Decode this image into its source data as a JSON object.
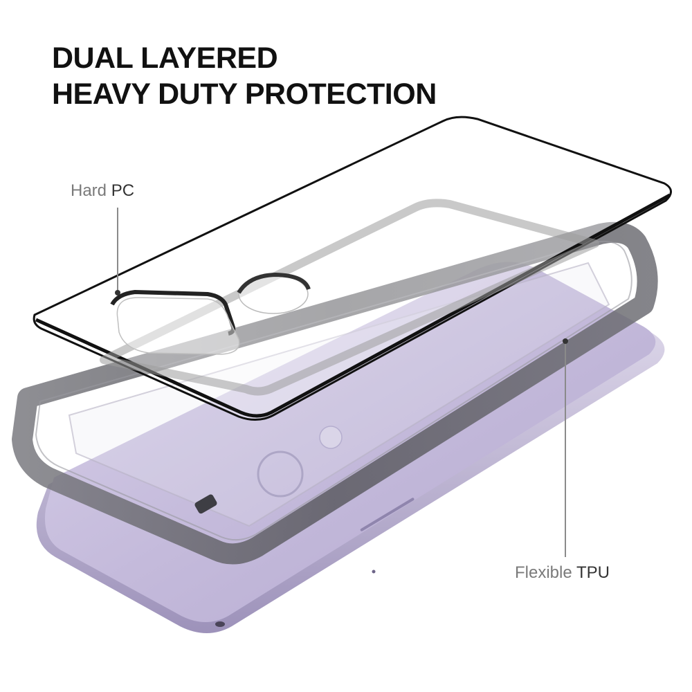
{
  "headline": {
    "line1": "DUAL LAYERED",
    "line2": "HEAVY DUTY PROTECTION"
  },
  "callouts": {
    "hard_pc": {
      "prefix": "Hard",
      "emphasis": "PC"
    },
    "flexible_tpu": {
      "prefix": "Flexible",
      "emphasis": "TPU"
    }
  },
  "colors": {
    "phone_body": "#c7bedd",
    "phone_edge": "#a99fc3",
    "tpu_bumper": "#6b6b70",
    "pc_outline": "#111111",
    "leader_line": "#8a8a8a"
  }
}
